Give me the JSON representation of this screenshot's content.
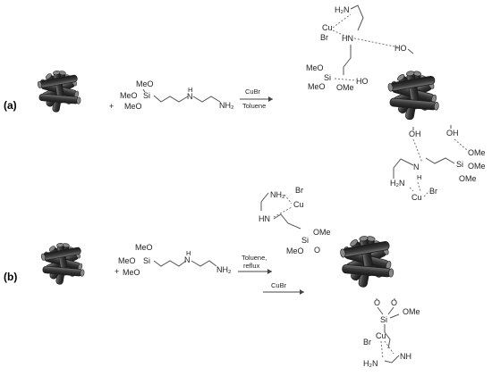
{
  "panel_a": {
    "label": "(a)",
    "plus": "+",
    "silane": {
      "meo1": "MeO",
      "meo2": "MeO",
      "si": "Si",
      "meo3": "MeO",
      "nh": "N",
      "h": "H",
      "nh2": "NH₂"
    },
    "condition_top": "CuBr",
    "condition_bottom": "Toluene",
    "product": {
      "h2n": "H₂N",
      "cu1": "Cu",
      "br1": "Br",
      "hn1": "HN",
      "ho1": "HO",
      "meo_a": "MeO",
      "si1": "Si",
      "meo_b": "MeO",
      "ome1": "OMe",
      "ho2": "HO",
      "oh1": "OH",
      "oh2": "OH",
      "ome2": "OMe",
      "n2": "N",
      "si2": "Si",
      "ome3": "OMe",
      "h2n2": "H₂N",
      "h2": "H",
      "cu2": "Cu",
      "br2": "Br",
      "ome4": "OMe"
    }
  },
  "panel_b": {
    "label": "(b)",
    "plus": "+",
    "silane": {
      "meo1": "MeO",
      "meo2": "MeO",
      "si": "Si",
      "meo3": "MeO",
      "nh": "N",
      "h": "H",
      "nh2": "NH₂"
    },
    "condition_top1": "Toluene,",
    "condition_top2": "reflux",
    "condition_bottom": "CuBr",
    "intermediate": {
      "nh2": "NH₂",
      "br": "Br",
      "cu": "Cu",
      "hn": "HN",
      "ome": "OMe",
      "si": "Si",
      "meo": "MeO",
      "o": "O"
    },
    "product": {
      "o1": "O",
      "o2": "O",
      "ome": "OMe",
      "si": "Si",
      "br": "Br",
      "cu": "Cu",
      "nh": "NH",
      "h2n": "H₂N"
    }
  },
  "colors": {
    "rod_fill": "#4a4a4a",
    "rod_edge": "#1e1e1e",
    "rod_cap": "#8a8a8a"
  }
}
